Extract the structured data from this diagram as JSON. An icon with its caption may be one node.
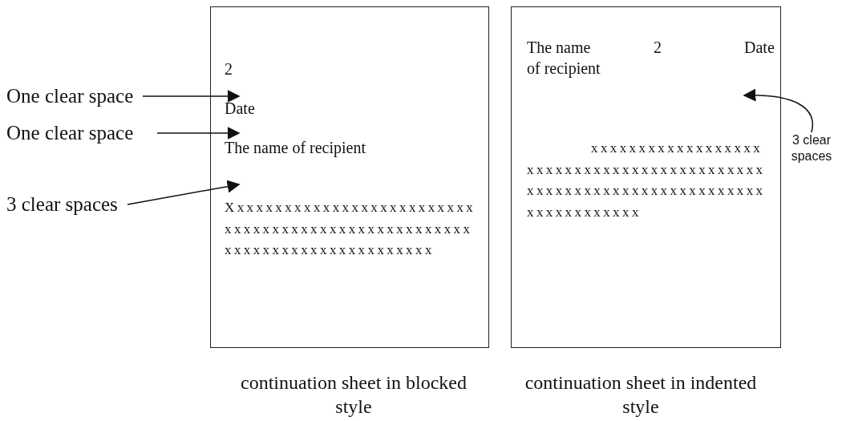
{
  "diagram": {
    "nodes": [
      {
        "text": [
          "One clear space"
        ]
      },
      {
        "text": [
          "One clear space"
        ]
      },
      {
        "text": [
          "3 clear spaces"
        ]
      },
      {
        "text": [
          "2",
          "Date",
          "The name of recipient",
          "Xxxxxxxxxxxxxxxxxxxxxxxxxx xxxxxxxxxxxxxxxxxxxxxxxxxx xxxxxxxxxxxxxxxxxxxxxx"
        ],
        "beside": [
          "continuation sheet in blocked style"
        ]
      },
      {
        "text": [
          "The name of recipient",
          "2",
          "Date",
          "xxxxxxxxxxxxxxxxxx xxxxxxxxxxxxxxxxxxxxxxxxx xxxxxxxxxxxxxxxxxxxxxxxxx xxxxxxxxxxxx"
        ],
        "beside": [
          "continuation sheet in indented style"
        ]
      },
      {
        "text": [
          "3 clear spaces"
        ]
      }
    ],
    "edges": [
      {
        "from": 0,
        "to": 3,
        "arrow": "to"
      },
      {
        "from": 1,
        "to": 3,
        "arrow": "to"
      },
      {
        "from": 2,
        "to": 3,
        "arrow": "to"
      },
      {
        "from": 5,
        "to": 4,
        "arrow": "to"
      }
    ]
  }
}
